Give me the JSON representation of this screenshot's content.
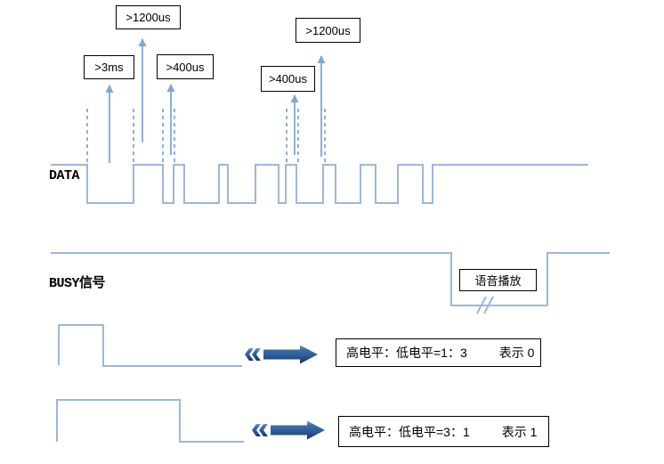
{
  "diagram": {
    "data_label": "DATA",
    "busy_label": "BUSY信号",
    "voice_playback_label": "语音播放"
  },
  "timing_callouts": [
    {
      "label": ">1200us"
    },
    {
      "label": ">3ms"
    },
    {
      "label": ">400us"
    },
    {
      "label": ">400us"
    },
    {
      "label": ">1200us"
    }
  ],
  "legend": [
    {
      "ratio": "高电平：低电平=1：3",
      "meaning": "表示 0"
    },
    {
      "ratio": "高电平：低电平=3：1",
      "meaning": "表示 1"
    }
  ],
  "waveforms": {
    "data_points": "57,185 98,185 98,228 150,228 150,185 183,185 183,228 195,228 195,185 207,185 207,228 246,228 246,185 256,185 256,228 287,228 287,185 313,185 313,228 321,228 321,185 333,185 333,228 363,228 363,185 377,185 377,228 405,228 405,185 422,185 422,228 447,228 447,185 475,185 475,228 486,228 486,185 661,185",
    "busy_points": "57,284 507,284 507,343 615,343 615,284 685,284",
    "bit0_points": "66,410 66,365 116,365 116,411 272,411",
    "bit1_points": "64,496 64,449 202,449 202,496 274,496",
    "busy_break_marks": [
      "536,352 546,333",
      "544,352 554,333"
    ]
  },
  "guides": {
    "measure_arrows": [
      "123,183 123,96",
      "160,160 160,44",
      "192,174 192,95",
      "331,174 331,107",
      "361,176 361,63"
    ],
    "dashed_lines": [
      "98,182 98,120",
      "150,182 150,120",
      "183,182 183,120",
      "196,182 196,120",
      "322,182 322,120",
      "335,182 335,120",
      "365,182 365,120"
    ]
  },
  "colors": {
    "signal_line": "#9DB7D8",
    "annotation_line": "#7FA7D4",
    "block_arrow_light": "#7B9CC8",
    "block_arrow_mid": "#2E5C9C",
    "block_arrow_dark": "#17365D",
    "box_border": "#000000"
  }
}
